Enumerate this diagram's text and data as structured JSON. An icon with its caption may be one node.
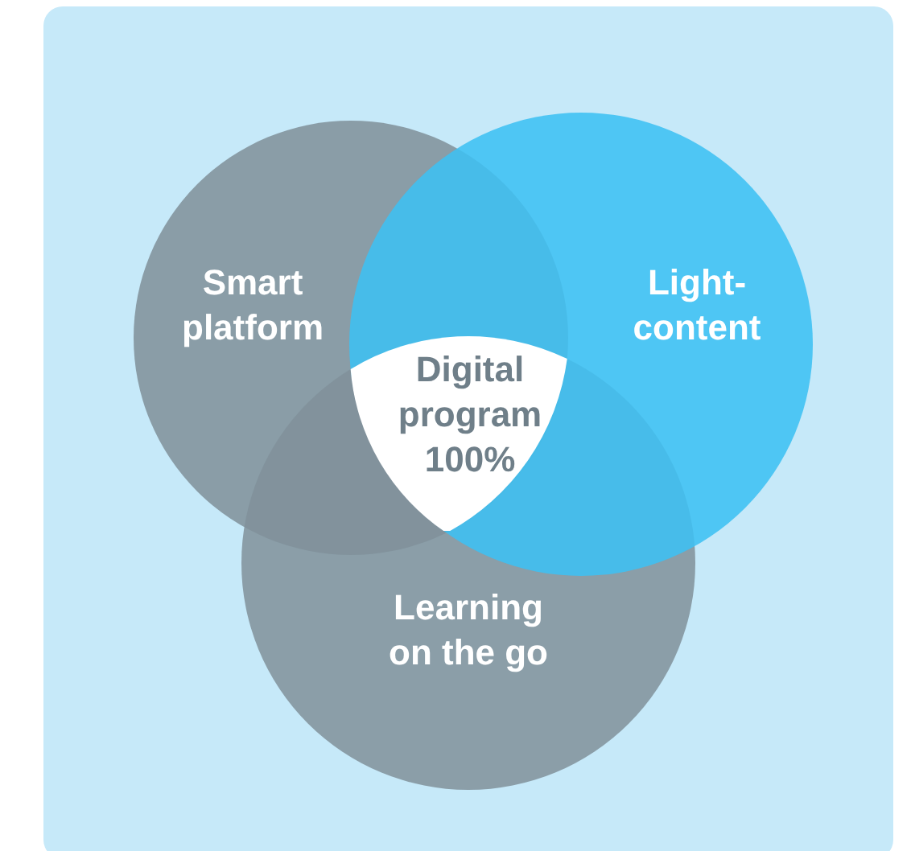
{
  "diagram": {
    "nodes": [
      {
        "text": [
          "Smart platform"
        ]
      },
      {
        "text": [
          "Light-content"
        ]
      },
      {
        "text": [
          "Learning on the go"
        ]
      },
      {
        "text": [
          "Digital program 100%"
        ]
      }
    ]
  }
}
